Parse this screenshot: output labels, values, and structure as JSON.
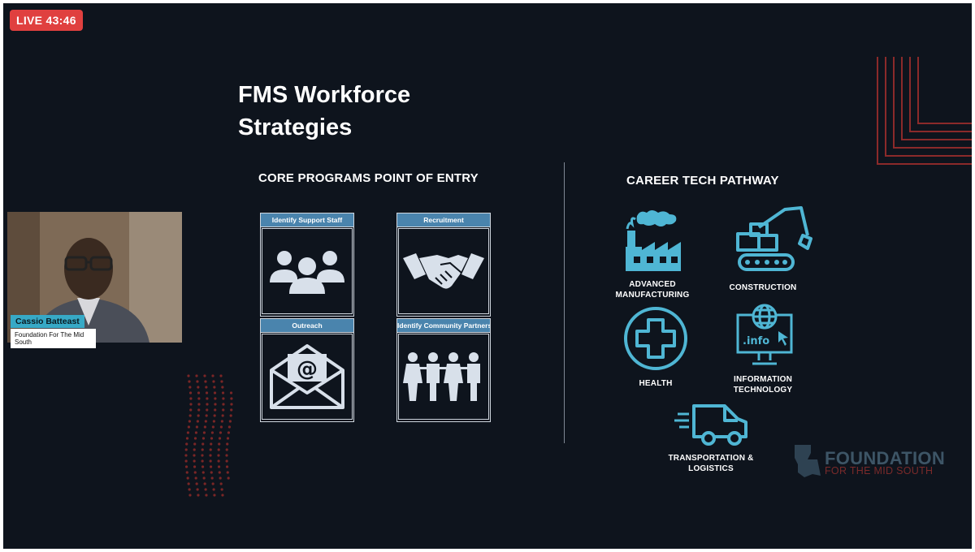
{
  "stream": {
    "live_badge": "LIVE 43:46"
  },
  "slide": {
    "title": "FMS Workforce\nStrategies",
    "core_heading": "CORE PROGRAMS POINT OF ENTRY",
    "career_heading": "CAREER TECH PATHWAY",
    "core_cards": [
      {
        "caption": "Identify Support Staff",
        "icon": "group-icon"
      },
      {
        "caption": "Recruitment",
        "icon": "handshake-icon"
      },
      {
        "caption": "Outreach",
        "icon": "envelope-at-icon"
      },
      {
        "caption": "Identify Community Partners",
        "icon": "people-row-icon"
      }
    ],
    "pathways": [
      {
        "label": "ADVANCED\nMANUFACTURING",
        "icon": "factory-icon"
      },
      {
        "label": "CONSTRUCTION",
        "icon": "excavator-icon"
      },
      {
        "label": "HEALTH",
        "icon": "medical-cross-icon"
      },
      {
        "label": "INFORMATION\nTECHNOLOGY",
        "icon": "computer-globe-icon"
      },
      {
        "label": "TRANSPORTATION &\nLOGISTICS",
        "icon": "delivery-truck-icon"
      }
    ],
    "logo": {
      "name": "FOUNDATION",
      "subtitle": "FOR THE MID SOUTH"
    }
  },
  "speaker": {
    "name": "Cassio Batteast",
    "organization": "Foundation For The Mid South"
  },
  "colors": {
    "background": "#0e141d",
    "accent": "#4fb6d4",
    "card_caption": "#4a84ad",
    "live": "#e0403f",
    "decor_red": "#8b2a2a"
  }
}
